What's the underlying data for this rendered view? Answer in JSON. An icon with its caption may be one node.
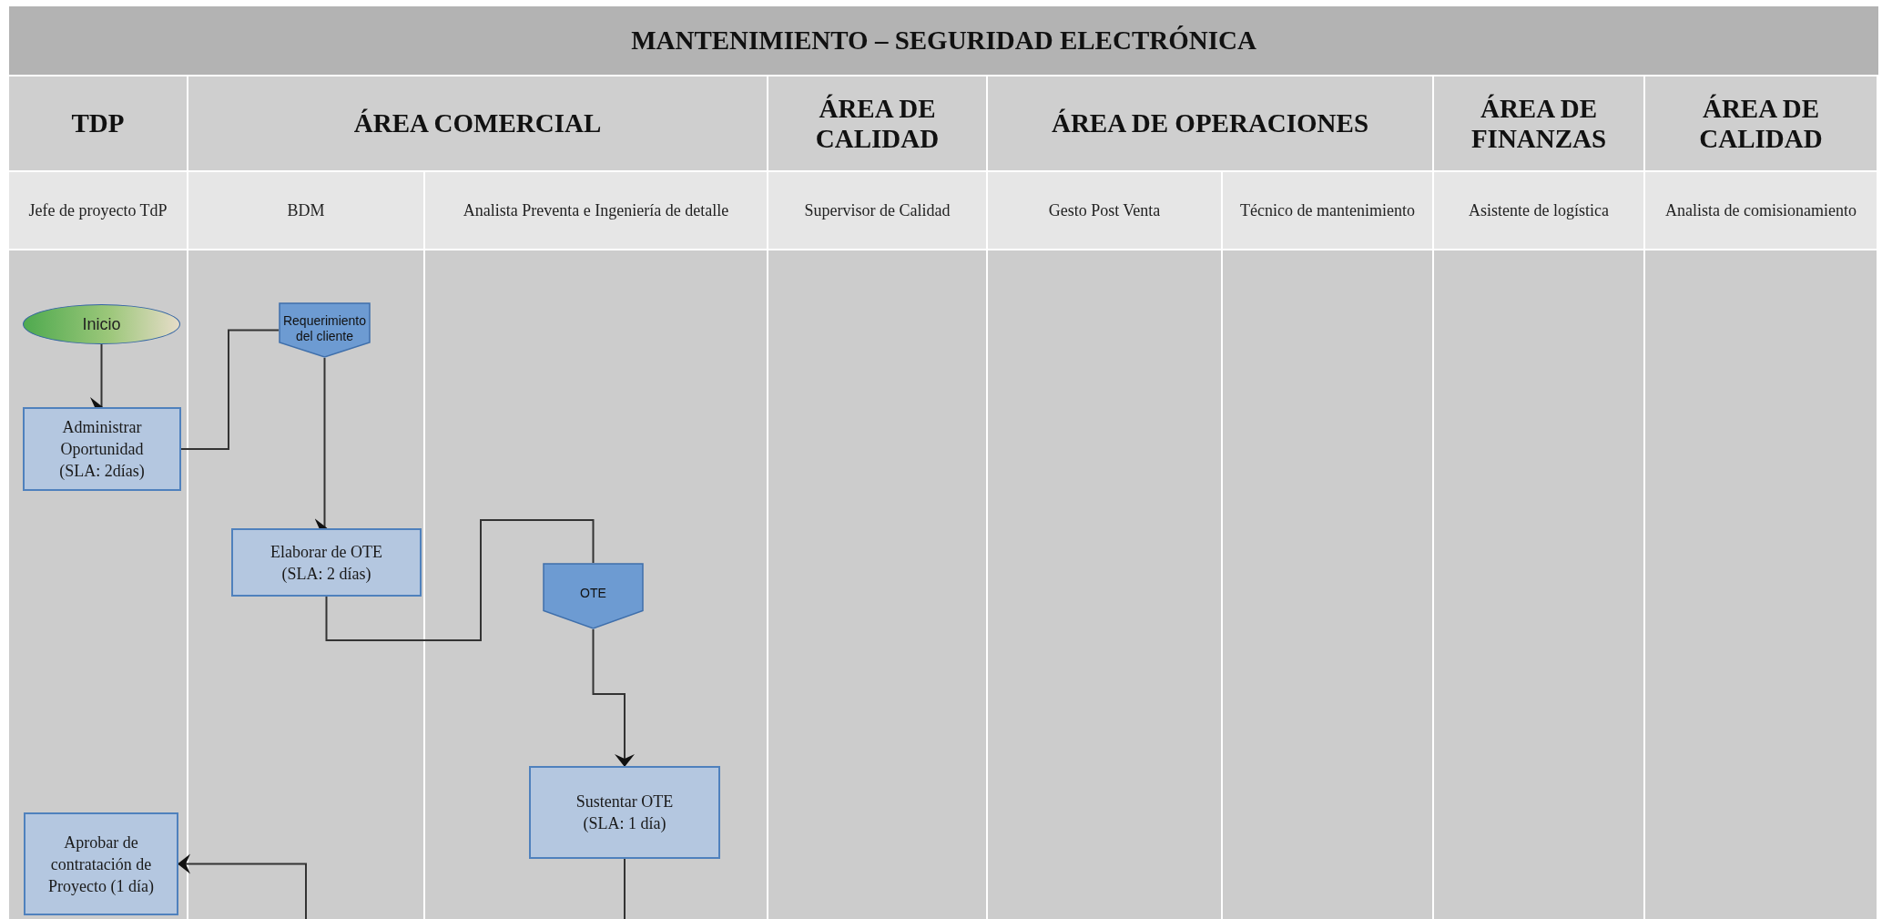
{
  "diagram": {
    "title": "MANTENIMIENTO – SEGURIDAD ELECTRÓNICA",
    "nodes": [
      {
        "text": [
          "Inicio"
        ]
      },
      {
        "text": [
          "Requerimiento del cliente"
        ]
      },
      {
        "text": [
          "Administrar Oportunidad (SLA: 2días)"
        ]
      },
      {
        "text": [
          "Elaborar de OTE (SLA: 2 días)"
        ]
      },
      {
        "text": [
          "OTE"
        ]
      },
      {
        "text": [
          "Sustentar OTE (SLA: 1 día)"
        ]
      },
      {
        "text": [
          "Aprobar de contratación de Proyecto (1 día)"
        ]
      }
    ],
    "edges": [
      {
        "from": 0,
        "to": 2,
        "arrow": "to"
      },
      {
        "from": 2,
        "to": 1,
        "arrow": "none"
      },
      {
        "from": 1,
        "to": 3,
        "arrow": "to"
      },
      {
        "from": 3,
        "to": 4,
        "arrow": "none"
      },
      {
        "from": 4,
        "to": 5,
        "arrow": "to"
      },
      {
        "from": 5,
        "to": null,
        "arrow": "none"
      },
      {
        "from": null,
        "to": 6,
        "arrow": "to"
      }
    ],
    "labels": [
      "TDP",
      "ÁREA COMERCIAL",
      "ÁREA DE CALIDAD",
      "ÁREA DE OPERACIONES",
      "ÁREA DE FINANZAS",
      "ÁREA DE CALIDAD",
      "Jefe de proyecto TdP",
      "BDM",
      "Analista Preventa e Ingeniería de detalle",
      "Supervisor de Calidad",
      "Gesto Post Venta",
      "Técnico de mantenimiento",
      "Asistente de logística",
      "Analista de comisionamiento"
    ]
  }
}
